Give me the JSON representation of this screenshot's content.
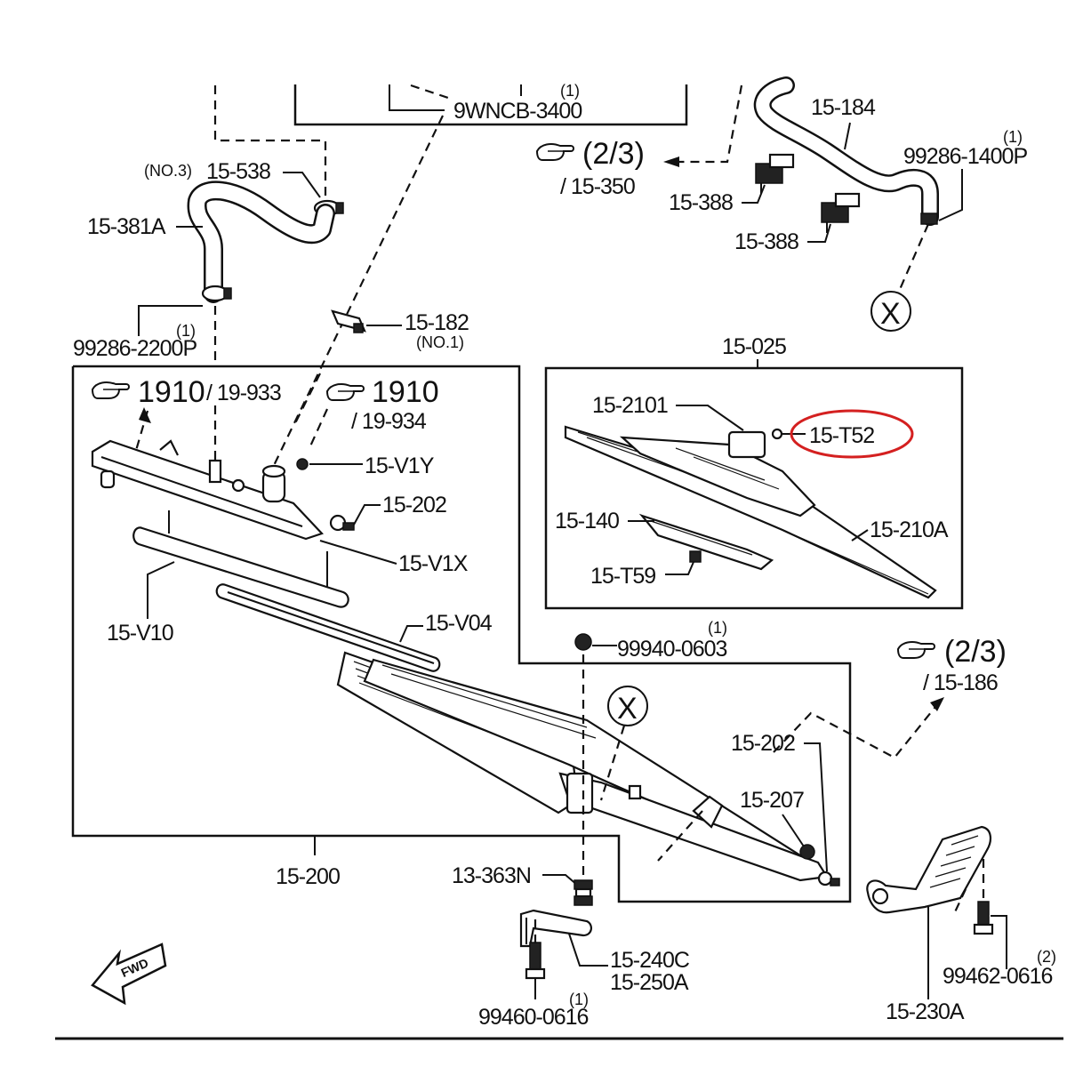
{
  "labels": {
    "top_part": "9WNCB-3400",
    "top_part_qty": "(1)",
    "p15_184": "15-184",
    "p99286_1400p": "99286-1400P",
    "p99286_1400p_qty": "(1)",
    "ref_23_a": "(2/3)",
    "ref_15_350": "/ 15-350",
    "p15_388_a": "15-388",
    "p15_388_b": "15-388",
    "no3": "(NO.3)",
    "p15_538": "15-538",
    "p15_381a": "15-381A",
    "p99286_2200p": "99286-2200P",
    "p99286_2200p_qty": "(1)",
    "p15_182": "15-182",
    "no1": "(NO.1)",
    "x_a": "X",
    "p15_025": "15-025",
    "ref_1910_a": "1910",
    "ref_19_933": "/ 19-933",
    "ref_1910_b": "1910",
    "ref_19_934": "/ 19-934",
    "p15_v1y": "15-V1Y",
    "p15_202_a": "15-202",
    "p15_v1x": "15-V1X",
    "p15_v10": "15-V10",
    "p15_v04": "15-V04",
    "p15_2101": "15-2101",
    "p15_t52": "15-T52",
    "p15_140": "15-140",
    "p15_210a": "15-210A",
    "p15_t59": "15-T59",
    "p99940_0603": "99940-0603",
    "p99940_0603_qty": "(1)",
    "ref_23_b": "(2/3)",
    "ref_15_186": "/ 15-186",
    "x_b": "X",
    "p15_202_b": "15-202",
    "p15_207": "15-207",
    "p15_200": "15-200",
    "p13_363n": "13-363N",
    "p15_240c": "15-240C",
    "p15_250a": "15-250A",
    "p99460_0616": "99460-0616",
    "p99460_0616_qty": "(1)",
    "p99462_0616": "99462-0616",
    "p99462_0616_qty": "(2)",
    "p15_230a": "15-230A",
    "fwd": "FWD"
  },
  "colors": {
    "line": "#111111",
    "highlight": "#d42020",
    "background": "#ffffff"
  },
  "icons": {
    "reference": "pointing-hand-icon",
    "front": "front-arrow-icon"
  }
}
